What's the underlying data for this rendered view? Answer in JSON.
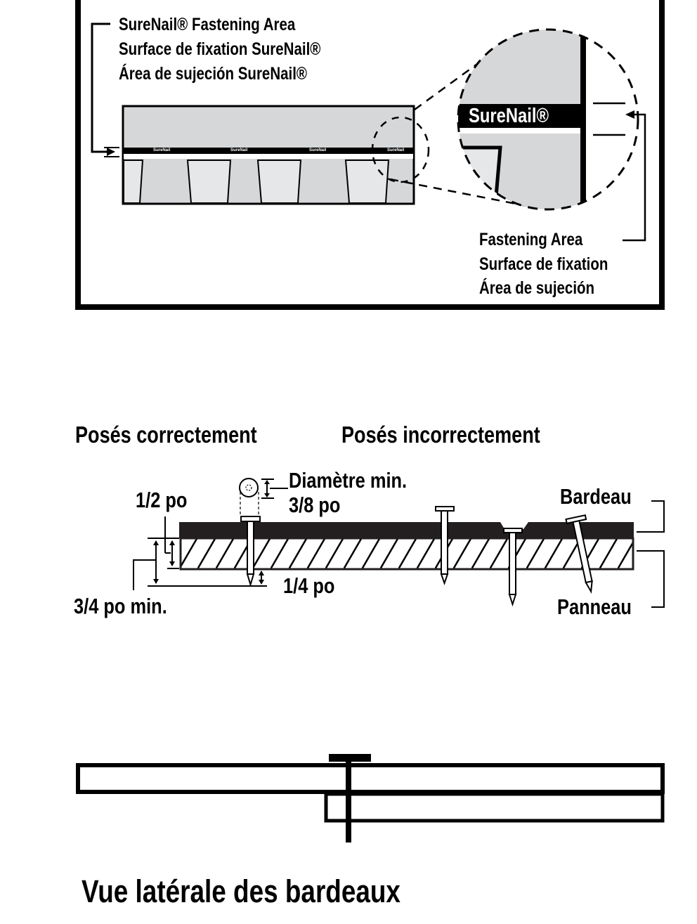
{
  "panel_fastening": {
    "left_labels": [
      "SureNail® Fastening Area",
      "Surface de fixation SureNail®",
      "Área de sujeción SureNail®"
    ],
    "strip_marks": [
      "SureNail",
      "SureNail",
      "SureNail",
      "SureNail"
    ],
    "zoom_label": "SureNail®",
    "right_labels": [
      "Fastening Area",
      "Surface de fixation",
      "Área de sujeción"
    ],
    "colors": {
      "shingle_fill": "#d6d7d9",
      "tab_fill": "#e6e7e8",
      "ink": "#000000"
    }
  },
  "panel_nailing": {
    "heading_correct": "Posés correctement",
    "heading_incorrect": "Posés incorrectement",
    "dim_half": "1/2 po",
    "dim_diameter_line1": "Diamètre min.",
    "dim_diameter_line2": "3/8 po",
    "dim_quarter": "1/4 po",
    "dim_three_quarter": "3/4 po min.",
    "label_shingle": "Bardeau",
    "label_panel": "Panneau"
  },
  "panel_side_view": {
    "caption": "Vue latérale des bardeaux"
  }
}
